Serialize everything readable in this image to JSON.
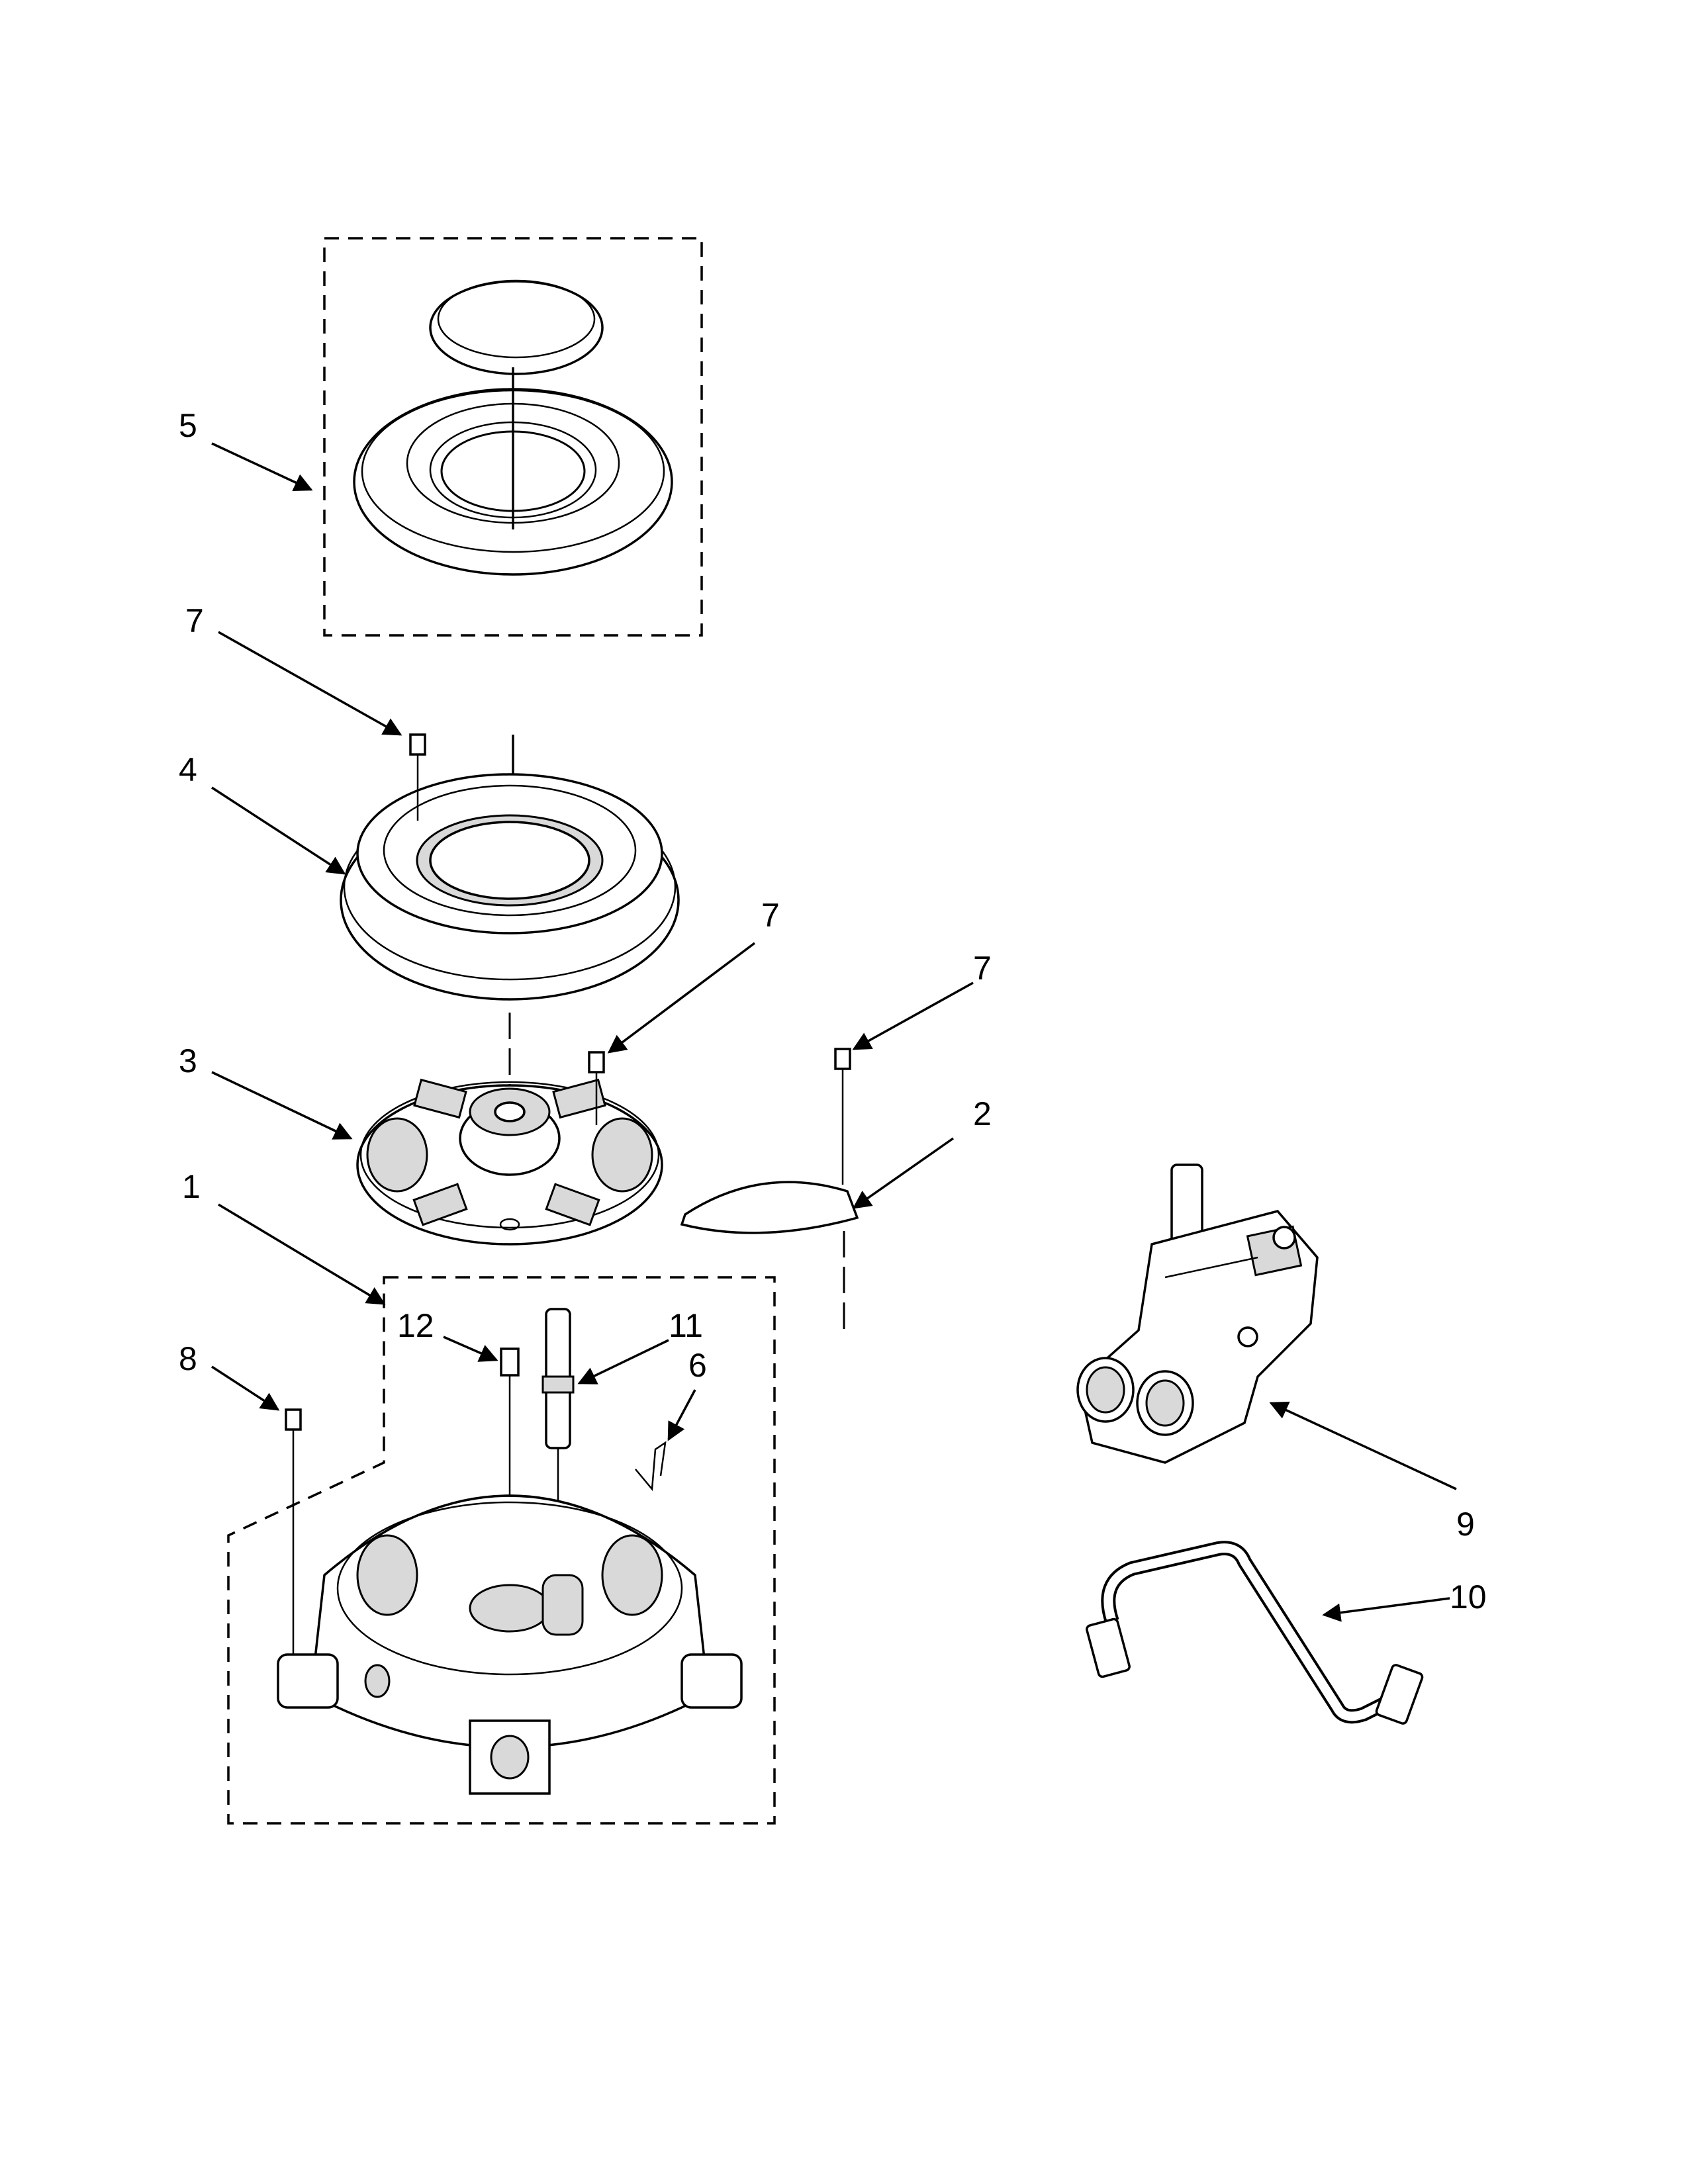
{
  "callouts": {
    "c5": "5",
    "c7a": "7",
    "c4": "4",
    "c7b": "7",
    "c7c": "7",
    "c3": "3",
    "c2": "2",
    "c1": "1",
    "c12": "12",
    "c11": "11",
    "c6": "6",
    "c8": "8",
    "c9": "9",
    "c10": "10"
  }
}
